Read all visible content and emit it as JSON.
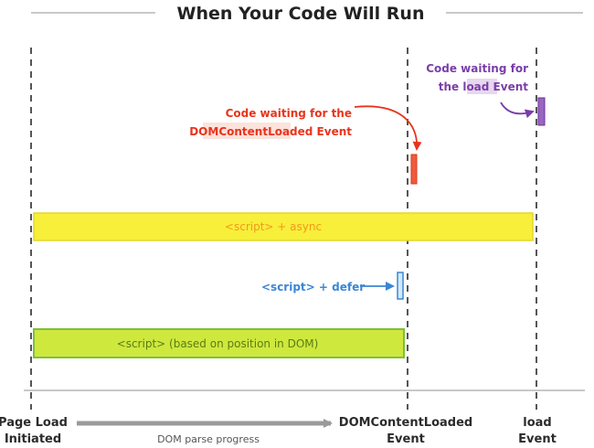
{
  "title": "When Your Code Will Run",
  "timeline": {
    "start_label_line1": "Page Load",
    "start_label_line2": "Initiated",
    "progress_label": "DOM parse progress",
    "dcl_label_line1": "DOMContentLoaded",
    "dcl_label_line2": "Event",
    "load_label_line1": "load",
    "load_label_line2": "Event"
  },
  "bars": {
    "async_label": "<script> + async",
    "position_label": "<script> (based on position in DOM)"
  },
  "annotations": {
    "defer": {
      "text": "<script> + defer"
    },
    "dcl_waiting": {
      "line1": "Code waiting for the",
      "line2": "DOMContentLoaded Event"
    },
    "load_waiting": {
      "line1_a": "Code waiting for",
      "line2_a": "the ",
      "line2_b": "load",
      "line2_c": " Event"
    }
  },
  "colors": {
    "async_fill": "#f7ef3a",
    "async_border": "#e4d72a",
    "async_text": "#f19a1c",
    "position_fill": "#cfe83e",
    "position_border": "#7fbf3a",
    "position_text": "#5a7d12",
    "defer": "#3a86d6",
    "dcl_waiting": "#e8341c",
    "dcl_highlight": "#fce3dc",
    "load_waiting": "#7a3ea8",
    "load_highlight": "#e6d8ef",
    "guide": "#555555",
    "title_rule": "#c8c8c8",
    "arrow_gray": "#9a9a9a"
  }
}
